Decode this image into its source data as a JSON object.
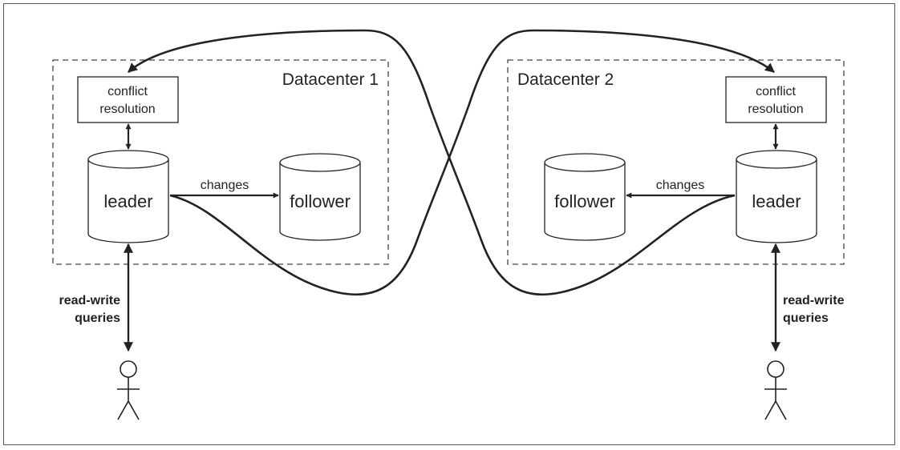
{
  "datacenters": [
    {
      "title": "Datacenter 1",
      "conflict_resolution": [
        "conflict",
        "resolution"
      ],
      "leader": "leader",
      "follower": "follower",
      "changes": "changes",
      "queries": [
        "read-write",
        "queries"
      ]
    },
    {
      "title": "Datacenter 2",
      "conflict_resolution": [
        "conflict",
        "resolution"
      ],
      "leader": "leader",
      "follower": "follower",
      "changes": "changes",
      "queries": [
        "read-write",
        "queries"
      ]
    }
  ],
  "colors": {
    "stroke": "#222222",
    "background": "#ffffff",
    "text": "#222222"
  }
}
